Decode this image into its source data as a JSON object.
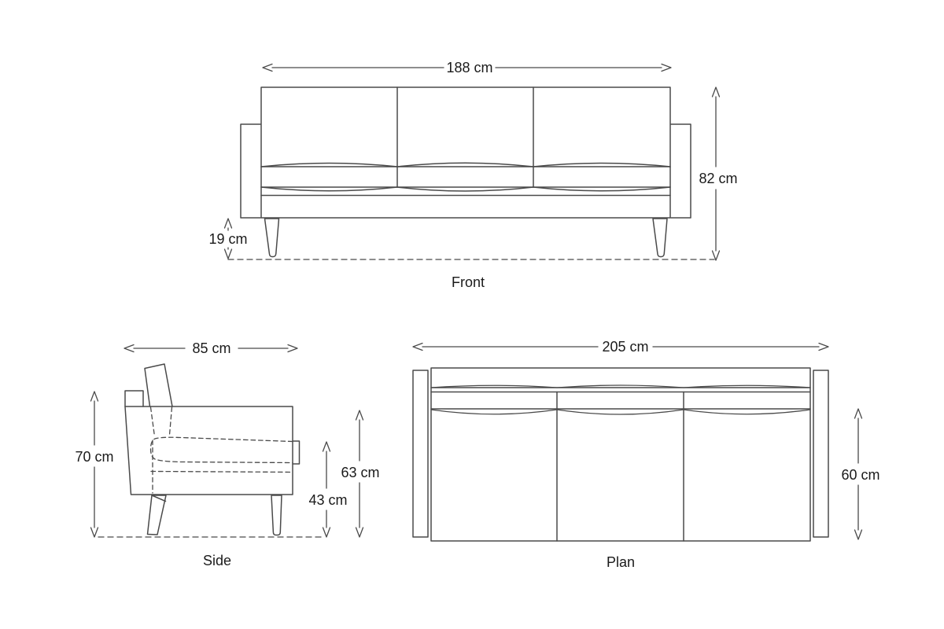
{
  "document": {
    "type": "furniture-dimension-drawing",
    "unit": "cm"
  },
  "colors": {
    "background": "#ffffff",
    "line": "#4a4a4a",
    "text": "#1a1a1a"
  },
  "views": {
    "front": {
      "label": "Front",
      "dims": {
        "width": "188 cm",
        "height": "82 cm",
        "leg_height": "19 cm"
      }
    },
    "side": {
      "label": "Side",
      "dims": {
        "depth": "85 cm",
        "back_height": "70 cm",
        "arm_height": "63 cm",
        "seat_height": "43 cm"
      }
    },
    "plan": {
      "label": "Plan",
      "dims": {
        "width": "205 cm",
        "seat_depth": "60 cm"
      }
    }
  }
}
